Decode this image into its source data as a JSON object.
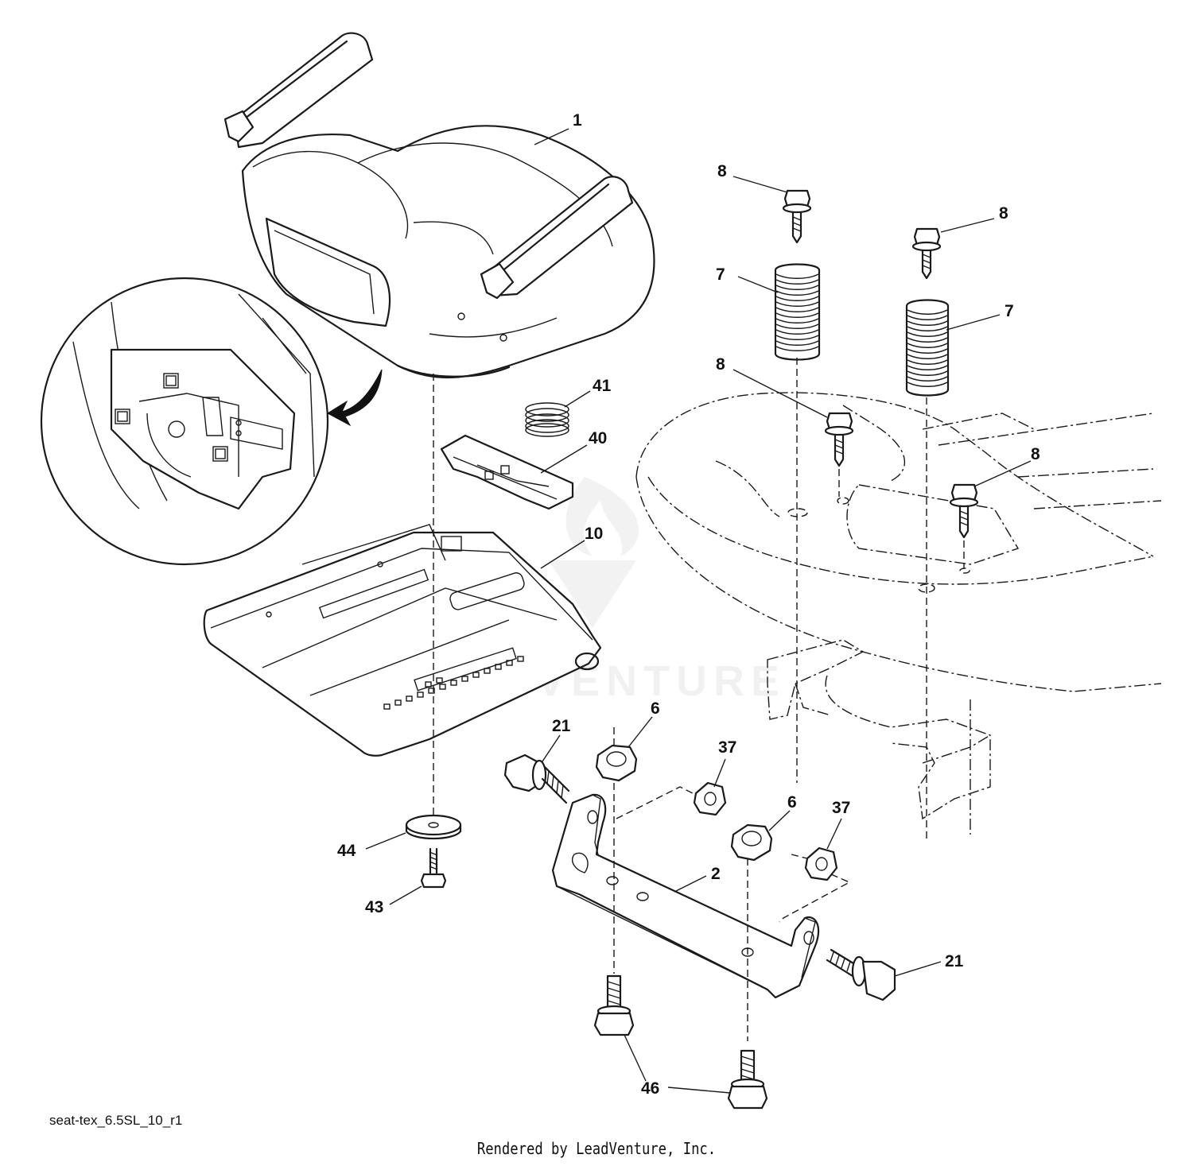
{
  "callouts": [
    {
      "id": "1",
      "label": "1"
    },
    {
      "id": "8a",
      "label": "8"
    },
    {
      "id": "8b",
      "label": "8"
    },
    {
      "id": "8c",
      "label": "8"
    },
    {
      "id": "8d",
      "label": "8"
    },
    {
      "id": "7a",
      "label": "7"
    },
    {
      "id": "7b",
      "label": "7"
    },
    {
      "id": "41",
      "label": "41"
    },
    {
      "id": "40",
      "label": "40"
    },
    {
      "id": "10",
      "label": "10"
    },
    {
      "id": "21a",
      "label": "21"
    },
    {
      "id": "21b",
      "label": "21"
    },
    {
      "id": "6a",
      "label": "6"
    },
    {
      "id": "6b",
      "label": "6"
    },
    {
      "id": "37a",
      "label": "37"
    },
    {
      "id": "37b",
      "label": "37"
    },
    {
      "id": "44",
      "label": "44"
    },
    {
      "id": "43",
      "label": "43"
    },
    {
      "id": "2",
      "label": "2"
    },
    {
      "id": "46",
      "label": "46"
    }
  ],
  "figure_id": "seat-tex_6.5SL_10_r1",
  "credit": "Rendered by LeadVenture, Inc.",
  "watermark": "LEADVENTURE"
}
